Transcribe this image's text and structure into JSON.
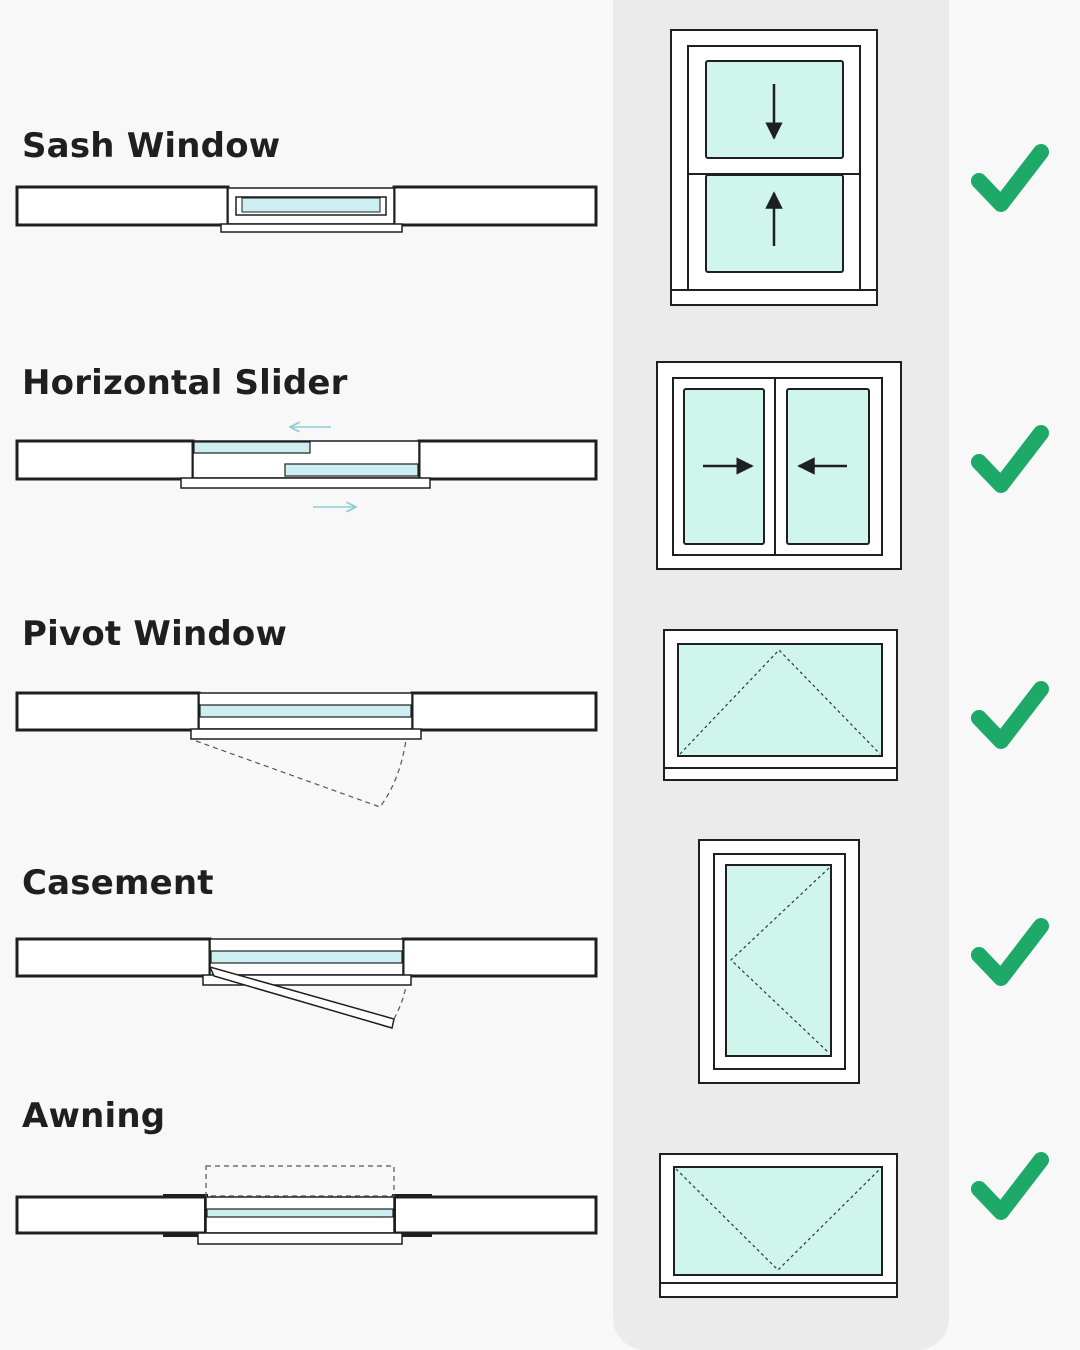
{
  "rows": [
    {
      "name": "Sash Window",
      "icon": "check-icon"
    },
    {
      "name": "Horizontal Slider",
      "icon": "check-icon"
    },
    {
      "name": "Pivot Window",
      "icon": "check-icon"
    },
    {
      "name": "Casement",
      "icon": "check-icon"
    },
    {
      "name": "Awning",
      "icon": "check-icon"
    }
  ],
  "colors": {
    "glass": "#cff5ec",
    "glass_plan": "#cdeff1",
    "line": "#1f1f1f",
    "check": "#1fa968",
    "panel": "#ebebeb",
    "background": "#f8f8f8"
  }
}
